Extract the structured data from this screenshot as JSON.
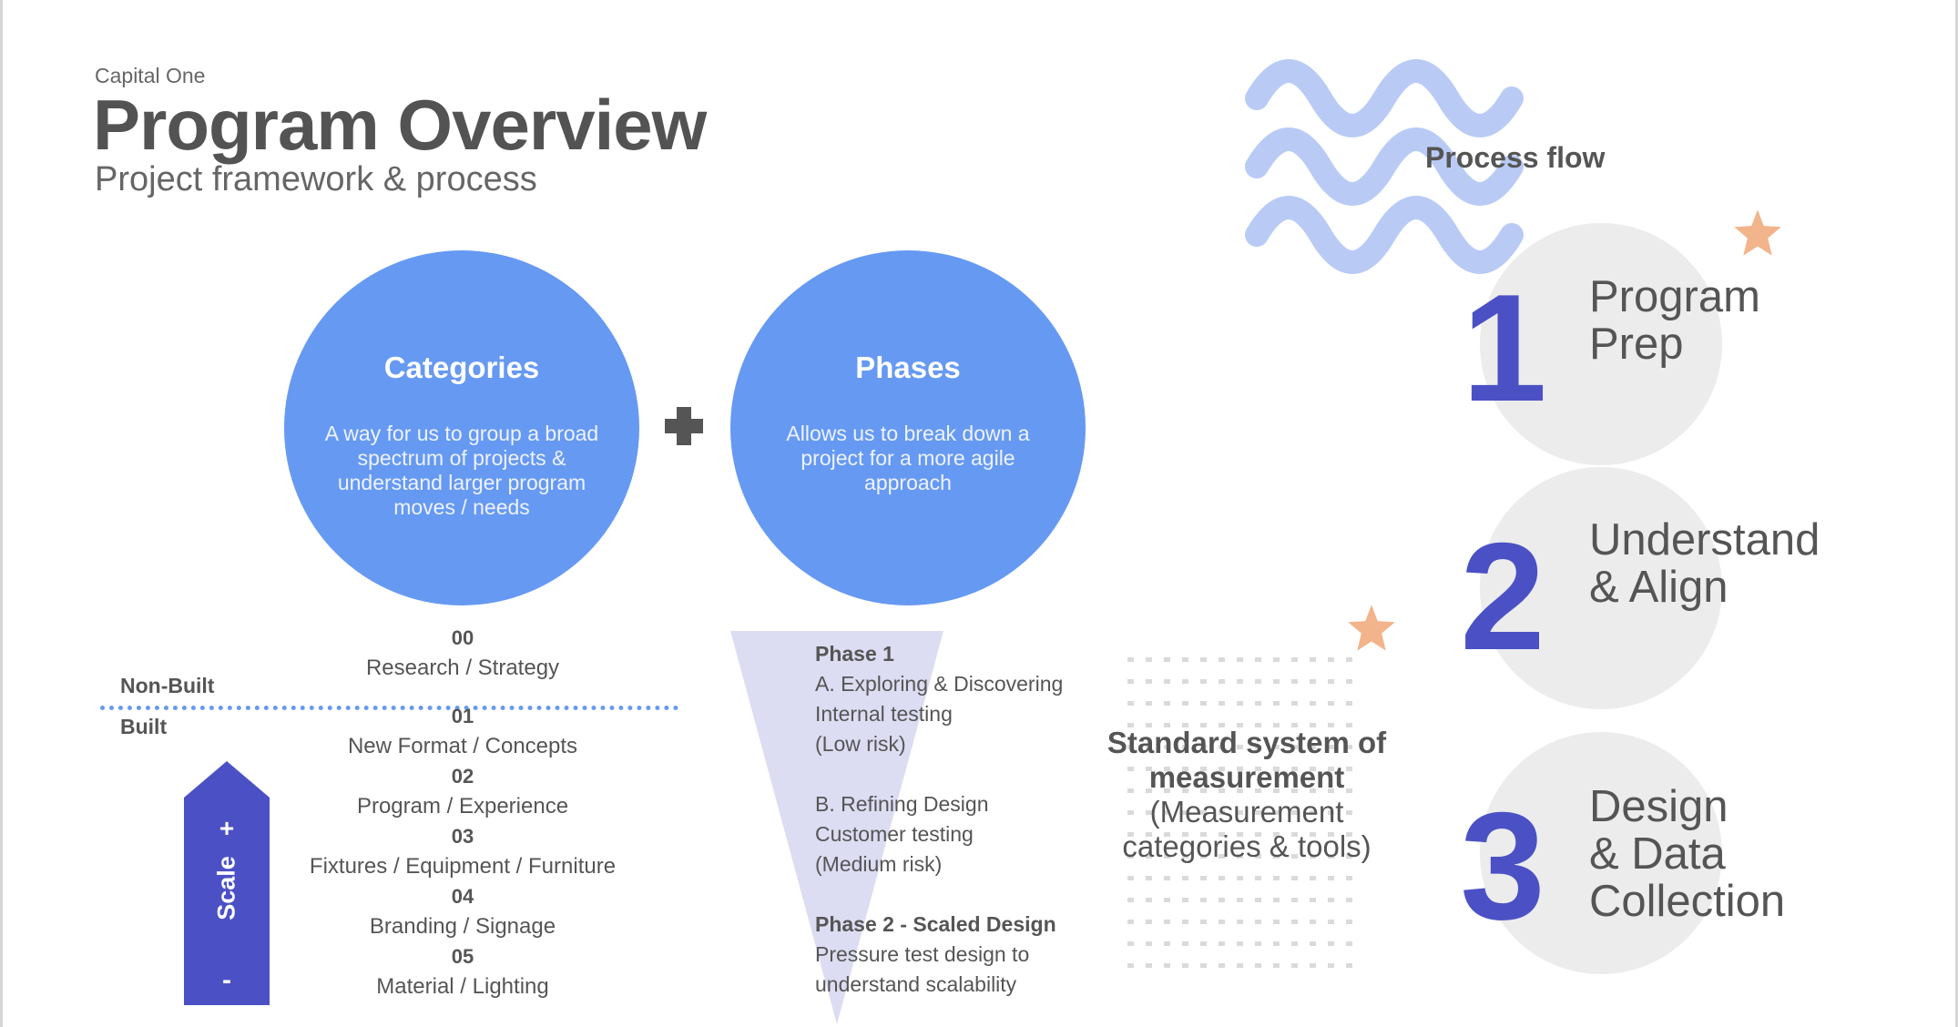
{
  "header": {
    "eyebrow": "Capital One",
    "title": "Program Overview",
    "subtitle": "Project framework & process"
  },
  "categories_circle": {
    "title": "Categories",
    "body": "A way for us to group a broad spectrum of projects & understand larger program moves / needs"
  },
  "phases_circle": {
    "title": "Phases",
    "body": "Allows us to break down a project for a more agile approach"
  },
  "category_list": {
    "non_built_label": "Non-Built",
    "built_label": "Built",
    "items": [
      {
        "num": "00",
        "label": "Research / Strategy"
      },
      {
        "num": "01",
        "label": "New Format / Concepts"
      },
      {
        "num": "02",
        "label": "Program / Experience"
      },
      {
        "num": "03",
        "label": "Fixtures / Equipment / Furniture"
      },
      {
        "num": "04",
        "label": "Branding / Signage"
      },
      {
        "num": "05",
        "label": "Material / Lighting"
      }
    ]
  },
  "scale": {
    "label": "Scale",
    "plus": "+",
    "minus": "-"
  },
  "phases_detail": {
    "phase1_title": "Phase 1",
    "phase1a_lines": [
      "A. Exploring & Discovering",
      "Internal testing",
      "(Low risk)"
    ],
    "phase1b_lines": [
      "B. Refining Design",
      "Customer testing",
      "(Medium risk)"
    ],
    "phase2_title": "Phase 2 - Scaled Design",
    "phase2_lines": [
      "Pressure test design to",
      "understand scalability"
    ]
  },
  "measurement": {
    "bold_lines": [
      "Standard system of",
      "measurement"
    ],
    "normal_lines": [
      "(Measurement",
      "categories & tools)"
    ]
  },
  "process_flow": {
    "title": "Process flow",
    "steps": [
      {
        "num": "1",
        "lines": [
          "Program",
          "Prep"
        ]
      },
      {
        "num": "2",
        "lines": [
          "Understand",
          "& Align"
        ]
      },
      {
        "num": "3",
        "lines": [
          "Design",
          "& Data",
          "Collection"
        ]
      }
    ]
  },
  "colors": {
    "circle_blue": "#6699f2",
    "indigo": "#4b51c4",
    "wave_blue": "#b9cbf5",
    "funnel_lavender": "#dcdcf2",
    "star_peach": "#f2b48a",
    "bubble_gray": "#ececec",
    "text_gray": "#555555"
  },
  "icons": [
    "plus-icon",
    "star-icon",
    "wave-decoration",
    "scale-arrow"
  ]
}
